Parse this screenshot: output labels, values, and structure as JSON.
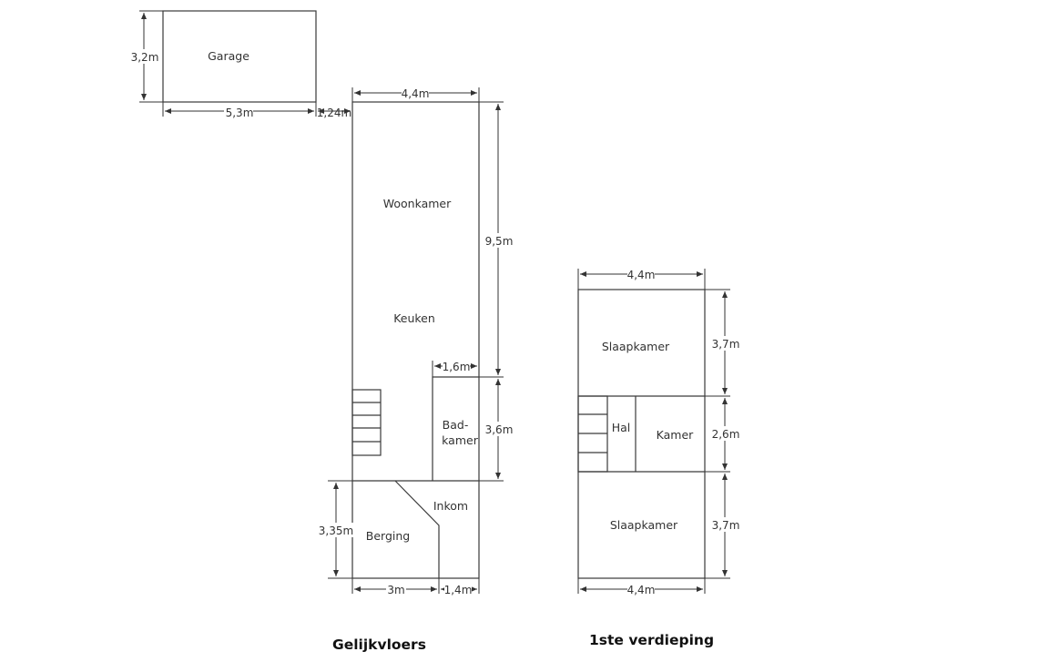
{
  "colors": {
    "line": "#3a3a3a",
    "text": "#333333",
    "background": "#ffffff"
  },
  "floors": {
    "ground": {
      "title": "Gelijkvloers"
    },
    "first": {
      "title": "1ste verdieping"
    }
  },
  "rooms": {
    "garage": "Garage",
    "woonkamer": "Woonkamer",
    "keuken": "Keuken",
    "badkamer_line1": "Bad-",
    "badkamer_line2": "kamer",
    "inkom": "Inkom",
    "berging": "Berging",
    "slaapkamer_top": "Slaapkamer",
    "hal": "Hal",
    "kamer": "Kamer",
    "slaapkamer_bottom": "Slaapkamer"
  },
  "dimensions": {
    "garage_height": "3,2m",
    "garage_width": "5,3m",
    "gap": "1,24m",
    "ground_width": "4,4m",
    "ground_living_length": "9,5m",
    "bath_width": "1,6m",
    "bath_length": "3,6m",
    "storage_depth": "3,35m",
    "storage_width": "3m",
    "entry_width": "1,4m",
    "first_width_top": "4,4m",
    "bedroom_top_depth": "3,7m",
    "middle_depth": "2,6m",
    "bedroom_bottom_depth": "3,7m",
    "first_width_bottom": "4,4m"
  }
}
